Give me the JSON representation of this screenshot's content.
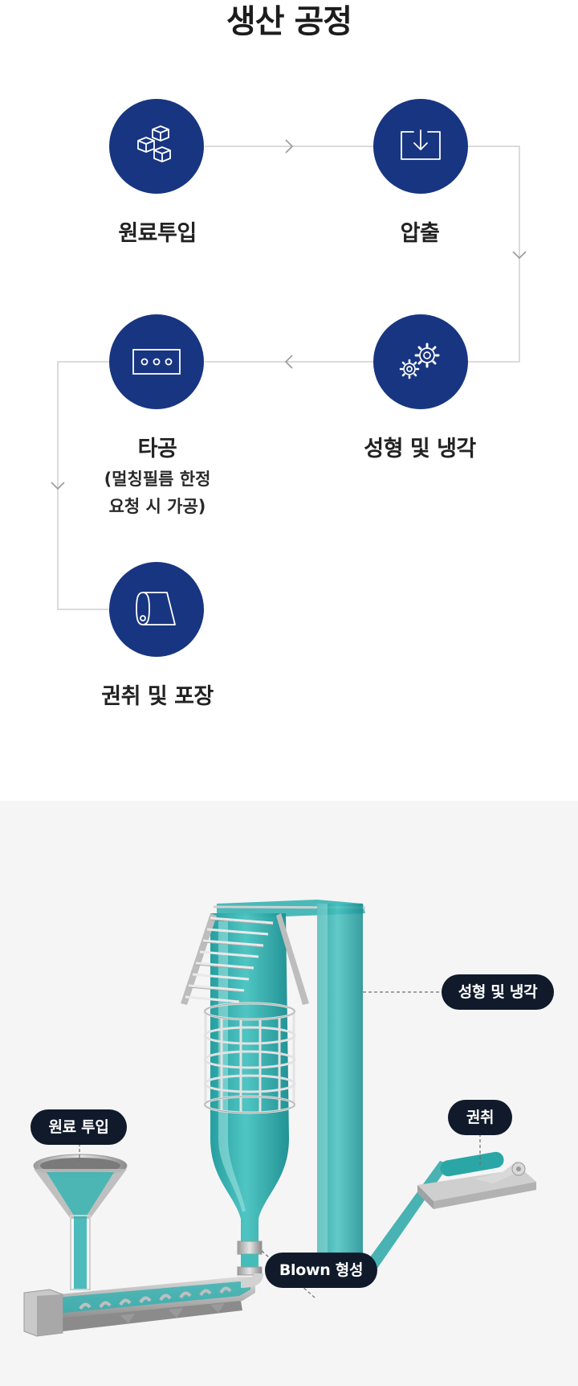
{
  "page": {
    "title": "생산 공정"
  },
  "flow": {
    "steps": [
      {
        "label": "원료투입",
        "icon": "cubes-icon"
      },
      {
        "label": "압출",
        "icon": "extrude-icon"
      },
      {
        "label": "성형 및 냉각",
        "icon": "gears-icon"
      },
      {
        "label": "타공",
        "note_line1": "(멀칭필름 한정",
        "note_line2": "요청 시 가공)",
        "icon": "perforation-icon"
      },
      {
        "label": "권취 및 포장",
        "icon": "film-roll-icon"
      }
    ]
  },
  "process": {
    "labels": {
      "forming_cooling": "성형 및 냉각",
      "winding": "권취",
      "raw_input": "원료 투입",
      "blown": "Blown 형성"
    }
  },
  "colors": {
    "accent": "#183581",
    "film": "#2fb0b0",
    "pill": "#101a2b",
    "connector": "#cfcfcf",
    "panel": "#f5f5f5"
  }
}
